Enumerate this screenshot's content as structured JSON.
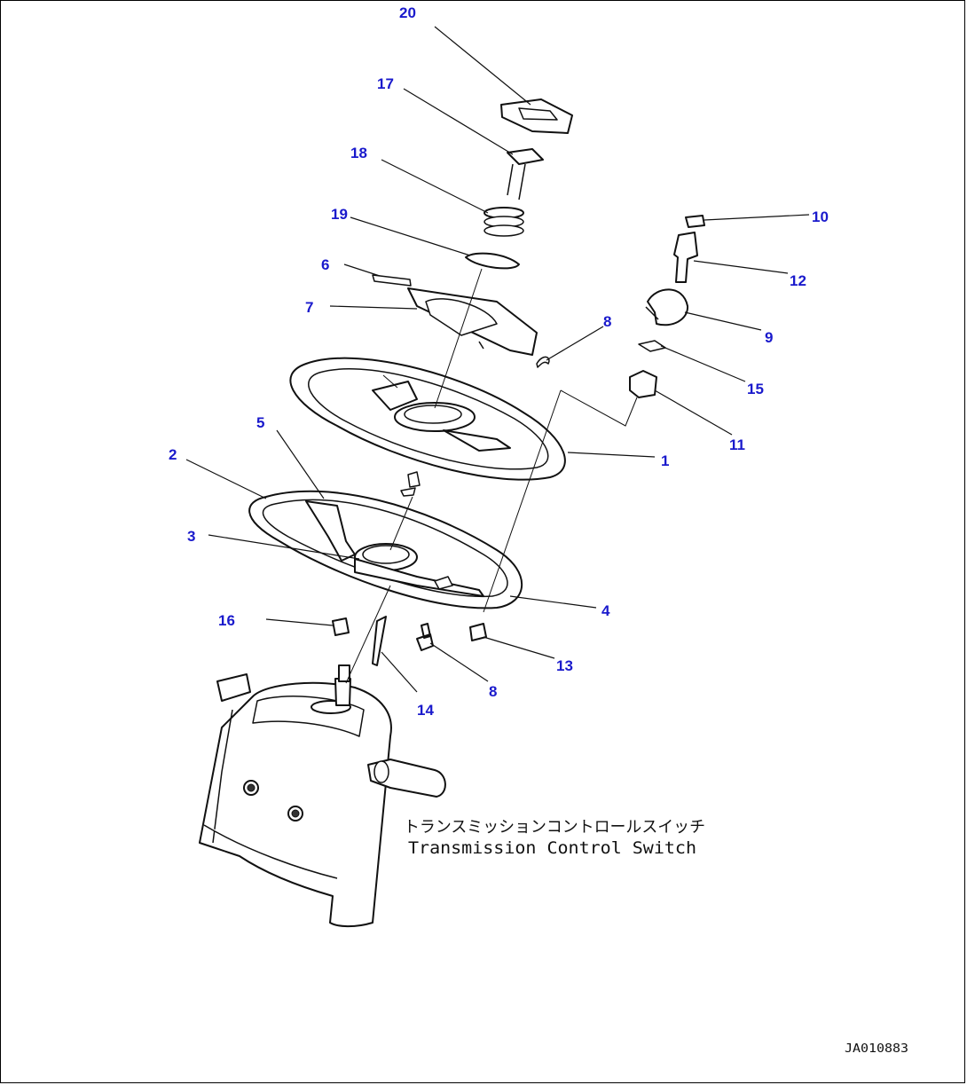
{
  "diagram": {
    "caption_jp": "トランスミッションコントロールスイッチ",
    "caption_en": "Transmission Control Switch",
    "drawing_code": "JA010883",
    "callouts": [
      "1",
      "2",
      "3",
      "4",
      "5",
      "6",
      "7",
      "8",
      "8",
      "9",
      "10",
      "11",
      "12",
      "13",
      "14",
      "15",
      "16",
      "17",
      "18",
      "19",
      "20"
    ]
  },
  "colors": {
    "callout": "#1a1acc",
    "line": "#111111",
    "background": "#ffffff"
  }
}
